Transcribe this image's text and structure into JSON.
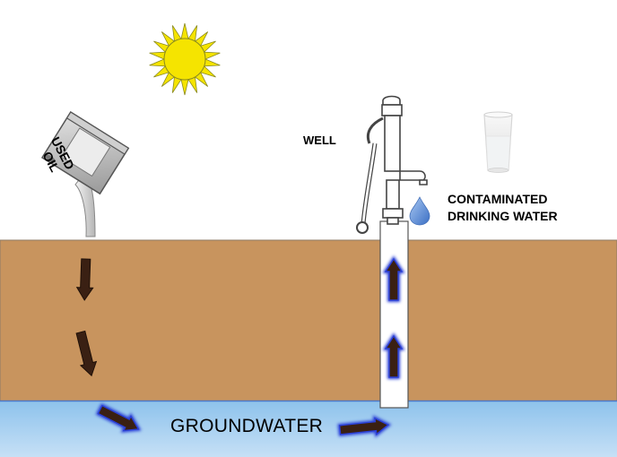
{
  "labels": {
    "well": "WELL",
    "drinking_water_line1": "CONTAMINATED",
    "drinking_water_line2": "DRINKING WATER",
    "groundwater": "GROUNDWATER",
    "oil_can_line1": "USED",
    "oil_can_line2": "OIL"
  },
  "colors": {
    "soil": "#c8945e",
    "groundwater_top": "#8dc2ec",
    "groundwater_bottom": "#c6e0f6",
    "flow_arrow": "#3a2013",
    "flow_arrow_glow": "#2a3fd6",
    "sun": "#f5e400",
    "well_shaft": "#ffffff",
    "can": "#bdbdbd",
    "water_drop": "#5b8fd6"
  },
  "icons": [
    "sun-icon",
    "oil-can-icon",
    "hand-pump-icon",
    "water-glass-icon",
    "water-drop-icon"
  ]
}
